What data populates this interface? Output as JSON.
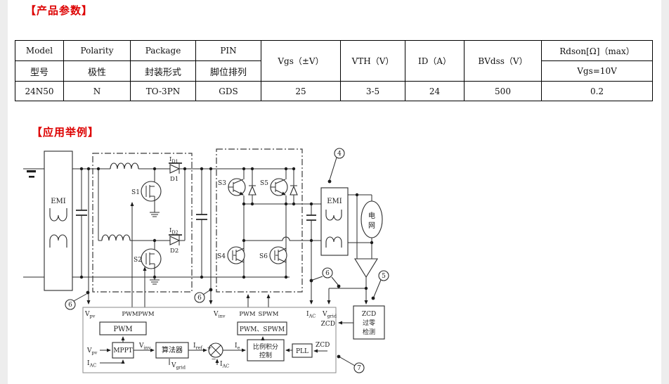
{
  "page": {
    "section1_title": "【产品参数】",
    "section2_title": "【应用举例】",
    "accent_red": "#dd0000"
  },
  "table": {
    "header_en": [
      "Model",
      "Polarity",
      "Package",
      "PIN"
    ],
    "header_cn": [
      "型号",
      "极性",
      "封装形式",
      "脚位排列"
    ],
    "header_merged": [
      "Vgs（±V）",
      "VTH（V）",
      "ID（A）",
      "BVdss（V）"
    ],
    "rdson_header": "Rdson[Ω]（max）",
    "rdson_sub": "Vgs=10V",
    "row": [
      "24N50",
      "N",
      "TO-3PN",
      "GDS",
      "25",
      "3-5",
      "24",
      "500",
      "0.2"
    ]
  },
  "diagram": {
    "emi": "EMI",
    "grid_char1": "电",
    "grid_char2": "网",
    "switches": {
      "s1": "S1",
      "s2": "S2",
      "s3": "S3",
      "s4": "S4",
      "s5": "S5",
      "s6": "S6"
    },
    "diodes": {
      "d1": "D1",
      "d2": "D2"
    },
    "currents": {
      "id1": {
        "base": "I",
        "sub": "D1"
      },
      "id2": {
        "base": "I",
        "sub": "D2"
      }
    },
    "signals": {
      "vpv": {
        "base": "V",
        "sub": "pv"
      },
      "vinv": {
        "base": "V",
        "sub": "inv"
      },
      "iac": {
        "base": "I",
        "sub": "AC"
      },
      "vgrid": {
        "base": "V",
        "sub": "grid"
      },
      "iref": {
        "base": "I",
        "sub": "ref"
      },
      "ie": {
        "base": "I",
        "sub": "e"
      },
      "pwm": "PWM",
      "spwm": "SPWM",
      "zcd": "ZCD",
      "plus": "+",
      "minus": "−"
    },
    "blocks": {
      "pwm": "PWM",
      "mppt": "MPPT",
      "algorithm": "算法器",
      "pi_line1": "比例积分",
      "pi_line2": "控制",
      "pwm_spwm": "PWM、SPWM",
      "pll": "PLL",
      "zcd_line1": "ZCD",
      "zcd_line2": "过零",
      "zcd_line3": "检测"
    },
    "callouts": {
      "c4": "4",
      "c5": "5",
      "c6": "6",
      "c7": "7"
    }
  }
}
